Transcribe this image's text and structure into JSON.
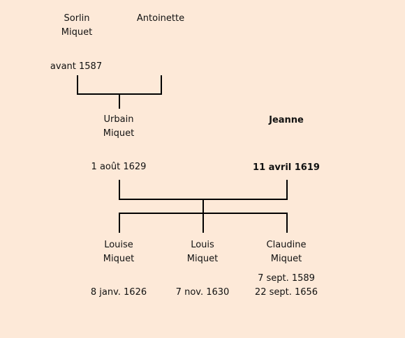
{
  "people": {
    "sorlin": {
      "first": "Sorlin",
      "last": "Miquet",
      "date": "avant 1587"
    },
    "antoinette": {
      "first": "Antoinette"
    },
    "urbain": {
      "first": "Urbain",
      "last": "Miquet",
      "date": "1 août 1629"
    },
    "jeanne": {
      "first": "Jeanne",
      "date": "11 avril 1619"
    },
    "louise": {
      "first": "Louise",
      "last": "Miquet",
      "date": "8 janv. 1626"
    },
    "louis": {
      "first": "Louis",
      "last": "Miquet",
      "date": "7 nov. 1630"
    },
    "claudine": {
      "first": "Claudine",
      "last": "Miquet",
      "birth": "7 sept. 1589",
      "date": "22 sept. 1656"
    }
  },
  "colors": {
    "background": "#fde9d8",
    "line": "#000000"
  }
}
